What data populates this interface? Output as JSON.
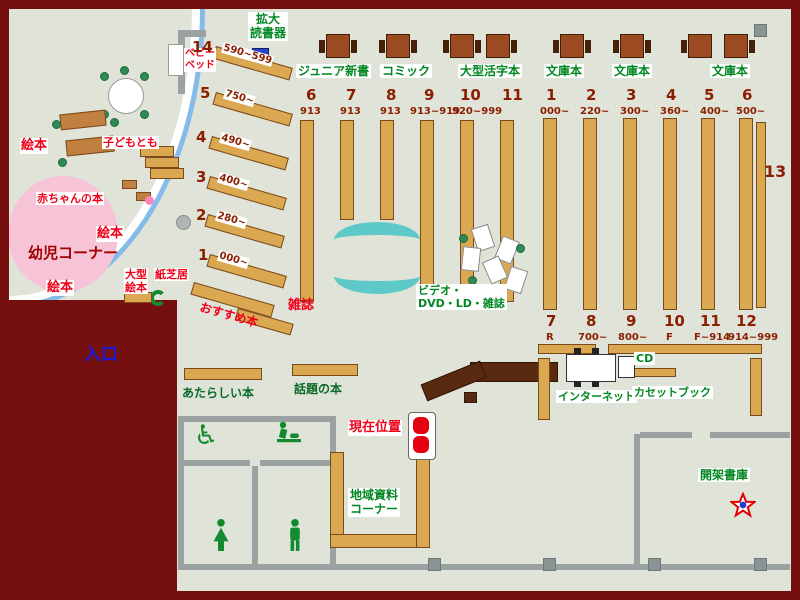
{
  "map": {
    "entrance": "入口",
    "magnifier": {
      "l1": "拡大",
      "l2": "読書器"
    },
    "baby_bed": {
      "l1": "ベビー",
      "l2": "ベッド"
    },
    "children": {
      "ehon": "絵本",
      "baby_books": "赤ちゃんの本",
      "toddler_corner": "幼児コーナー",
      "kodomotomo": "子どもとも",
      "large_ehon": {
        "l1": "大型",
        "l2": "絵本"
      },
      "kamishibai": "紙芝居"
    },
    "top_sections": [
      "ジュニア新書",
      "コミック",
      "大型活字本",
      "文庫本",
      "文庫本",
      "文庫本"
    ],
    "diagonal_shelves": [
      {
        "num": "14",
        "range": "590~599"
      },
      {
        "num": "5",
        "range": "750~"
      },
      {
        "num": "4",
        "range": "490~"
      },
      {
        "num": "3",
        "range": "400~"
      },
      {
        "num": "2",
        "range": "280~"
      },
      {
        "num": "1",
        "range": "000~"
      }
    ],
    "recommended": "おすすめ本",
    "magazines": "雑誌",
    "center_columns": [
      {
        "num": "6",
        "range": "913"
      },
      {
        "num": "7",
        "range": "913"
      },
      {
        "num": "8",
        "range": "913"
      },
      {
        "num": "9",
        "range": "913~919"
      },
      {
        "num": "10",
        "range": "920~999"
      },
      {
        "num": "11",
        "range": ""
      }
    ],
    "right_columns_top": [
      {
        "num": "1",
        "range": "000~"
      },
      {
        "num": "2",
        "range": "220~"
      },
      {
        "num": "3",
        "range": "300~"
      },
      {
        "num": "4",
        "range": "360~"
      },
      {
        "num": "5",
        "range": "400~"
      },
      {
        "num": "6",
        "range": "500~"
      }
    ],
    "right_columns_bottom": [
      {
        "num": "7",
        "range": "R"
      },
      {
        "num": "8",
        "range": "700~"
      },
      {
        "num": "9",
        "range": "800~"
      },
      {
        "num": "10",
        "range": "F"
      },
      {
        "num": "11",
        "range": "F~914"
      },
      {
        "num": "12",
        "range": "914~999"
      }
    ],
    "shelf13": "13",
    "av_corner": {
      "l1": "ビデオ・",
      "l2": "DVD・LD・雑誌"
    },
    "new_books": "あたらしい本",
    "topic_books": "話題の本",
    "current_location": "現在位置",
    "internet": "インターネット",
    "cd": "CD",
    "cassette_books": "カセットブック",
    "local_materials": {
      "l1": "地域資料",
      "l2": "コーナー"
    },
    "open_stacks": "開架書庫",
    "colors": {
      "accent_red": "#ef0019",
      "accent_green": "#008721",
      "entrance_blue": "#1a1ae0",
      "shelf_tan": "#d9a851",
      "frame_maroon": "#76100f"
    }
  }
}
